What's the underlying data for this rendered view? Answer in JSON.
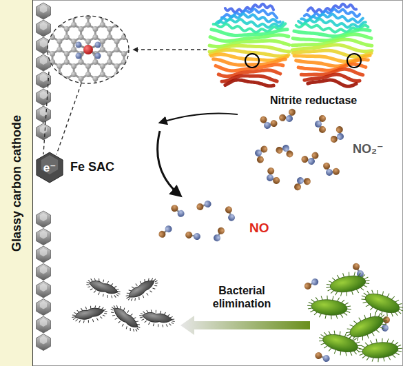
{
  "diagram": {
    "nodes": [
      {
        "text": [
          "Glassy carbon cathode"
        ]
      },
      {
        "text": [
          "e⁻"
        ]
      }
    ],
    "labels": [
      "Fe SAC",
      "Nitrite reductase",
      "NO₂⁻",
      "NO",
      "Bacterial elimination"
    ]
  }
}
